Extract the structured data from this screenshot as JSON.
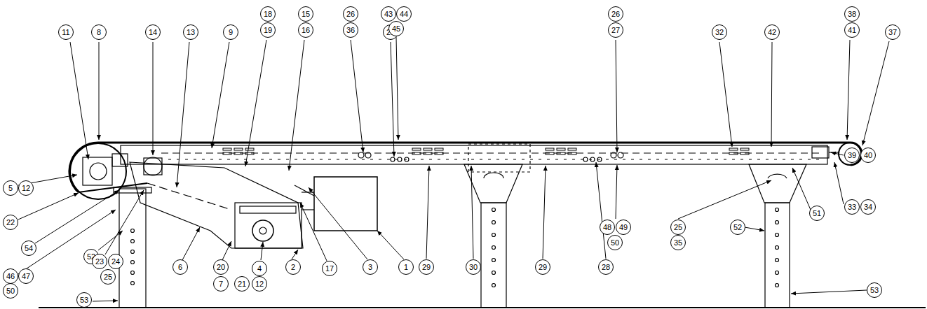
{
  "diagram": {
    "labels": [
      "18",
      "15",
      "26",
      "43",
      "44",
      "26",
      "38",
      "11",
      "8",
      "14",
      "13",
      "9",
      "19",
      "16",
      "28",
      "36",
      "45",
      "27",
      "32",
      "42",
      "41",
      "37",
      "39",
      "40",
      "5",
      "12",
      "33",
      "34",
      "51",
      "22",
      "48",
      "49",
      "25",
      "52",
      "50",
      "35",
      "54",
      "52",
      "23",
      "24",
      "6",
      "20",
      "4",
      "2",
      "17",
      "3",
      "1",
      "29",
      "30",
      "29",
      "28",
      "46",
      "47",
      "25",
      "7",
      "21",
      "12",
      "53",
      "50",
      "53"
    ]
  }
}
